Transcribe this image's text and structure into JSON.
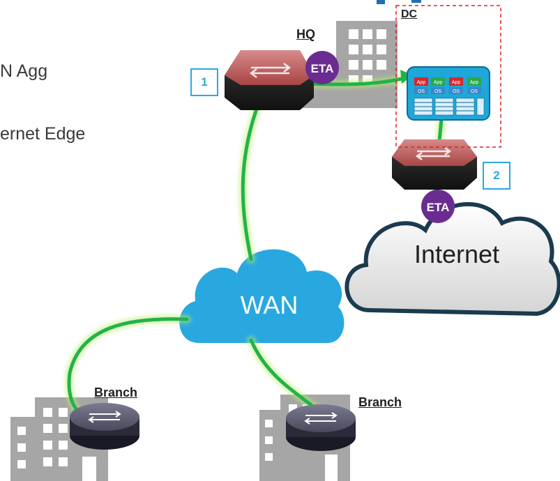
{
  "side_list": [
    "N Agg",
    "ernet Edge"
  ],
  "labels": {
    "hq": "HQ",
    "dc": "DC",
    "branch_1": "Branch",
    "branch_2": "Branch"
  },
  "callouts": [
    "1",
    "2"
  ],
  "eta_badges": [
    "ETA",
    "ETA"
  ],
  "clouds": {
    "wan": "WAN",
    "internet": "Internet"
  },
  "server_apps": [
    "App",
    "App",
    "App",
    "App"
  ],
  "server_os": [
    "OS",
    "OS",
    "OS",
    "OS"
  ],
  "colors": {
    "link_green": "#22b24c",
    "wan_cloud": "#29a8e0",
    "internet_cloud_border": "#1b3a4f",
    "eta_purple": "#6a2c91",
    "callout_blue": "#29a8e0",
    "dc_dashed": "#e02020",
    "router_red": "#b34a4a",
    "building_gray": "#a6a6a6"
  }
}
